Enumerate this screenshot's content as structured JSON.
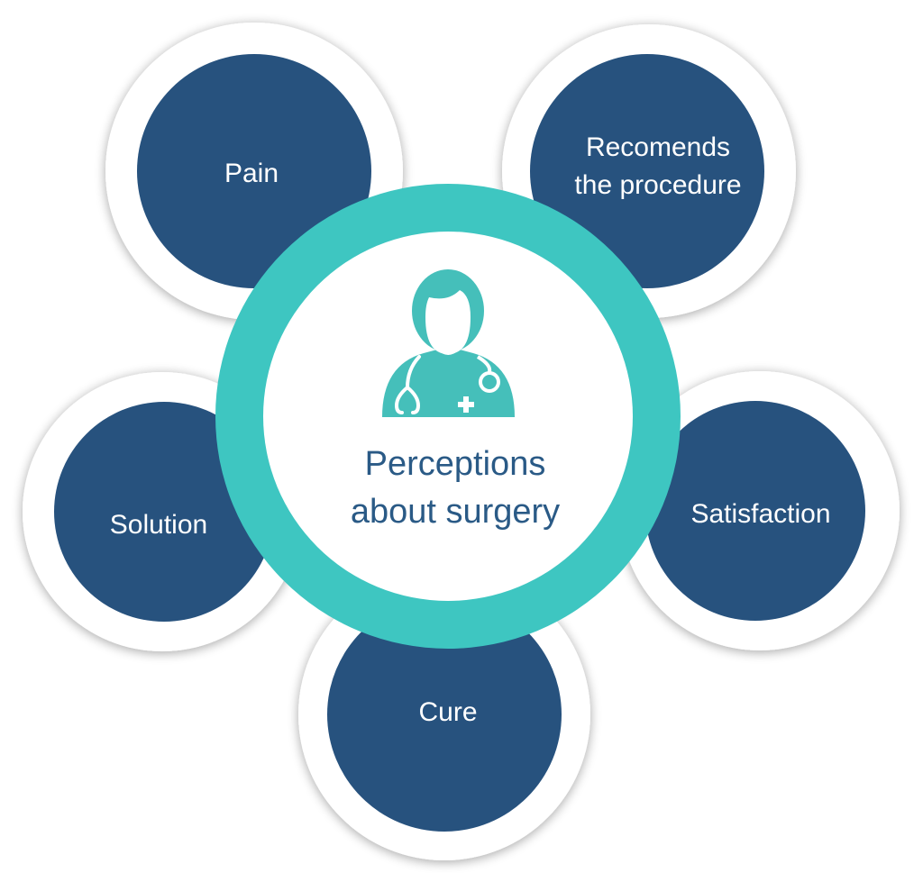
{
  "title": [
    "Perceptions",
    "about surgery"
  ],
  "nodes": [
    {
      "id": "pain",
      "lines": [
        "Pain"
      ]
    },
    {
      "id": "recommends",
      "lines": [
        "Recomends",
        "the procedure"
      ]
    },
    {
      "id": "solution",
      "lines": [
        "Solution"
      ]
    },
    {
      "id": "satisfaction",
      "lines": [
        "Satisfaction"
      ]
    },
    {
      "id": "cure",
      "lines": [
        "Cure"
      ]
    }
  ],
  "center_icon": "doctor-icon",
  "colors": {
    "node": "#27527e",
    "ring": "#3ec6c1",
    "title": "#2a5a86",
    "icon": "#45bfba"
  }
}
